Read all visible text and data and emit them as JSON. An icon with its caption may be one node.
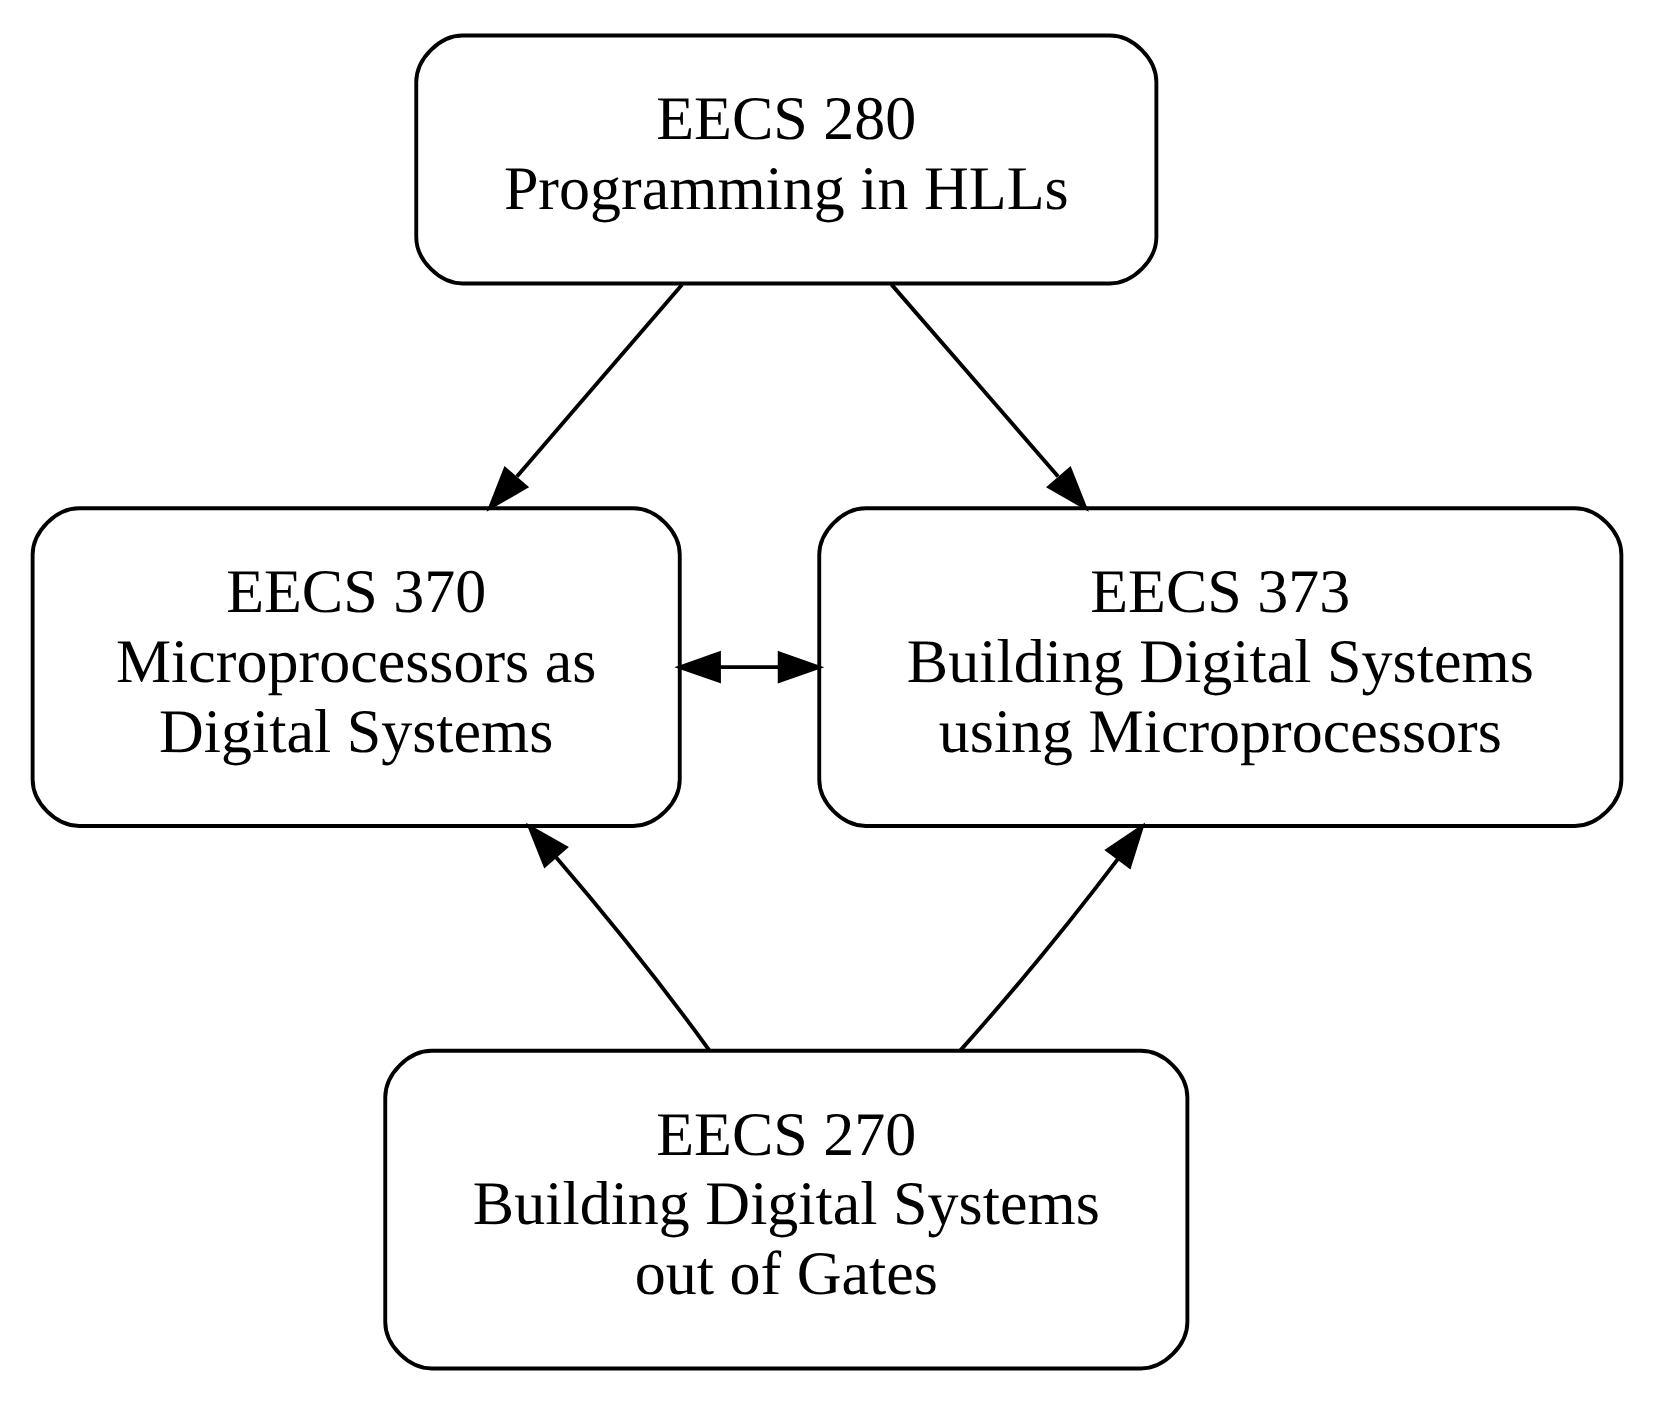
{
  "diagram": {
    "nodes": [
      {
        "text": [
          "EECS 280",
          "Programming in HLLs"
        ]
      },
      {
        "text": [
          "EECS 370",
          "Microprocessors as Digital Systems"
        ]
      },
      {
        "text": [
          "EECS 373",
          "Building Digital Systems using Microprocessors"
        ]
      },
      {
        "text": [
          "EECS 270",
          "Building Digital Systems out of Gates"
        ]
      }
    ],
    "edges": [
      {
        "from": 0,
        "to": 1,
        "arrow": "to"
      },
      {
        "from": 0,
        "to": 2,
        "arrow": "to"
      },
      {
        "from": 1,
        "to": 2,
        "arrow": "both"
      },
      {
        "from": 3,
        "to": 1,
        "arrow": "to"
      },
      {
        "from": 3,
        "to": 2,
        "arrow": "to"
      }
    ]
  }
}
